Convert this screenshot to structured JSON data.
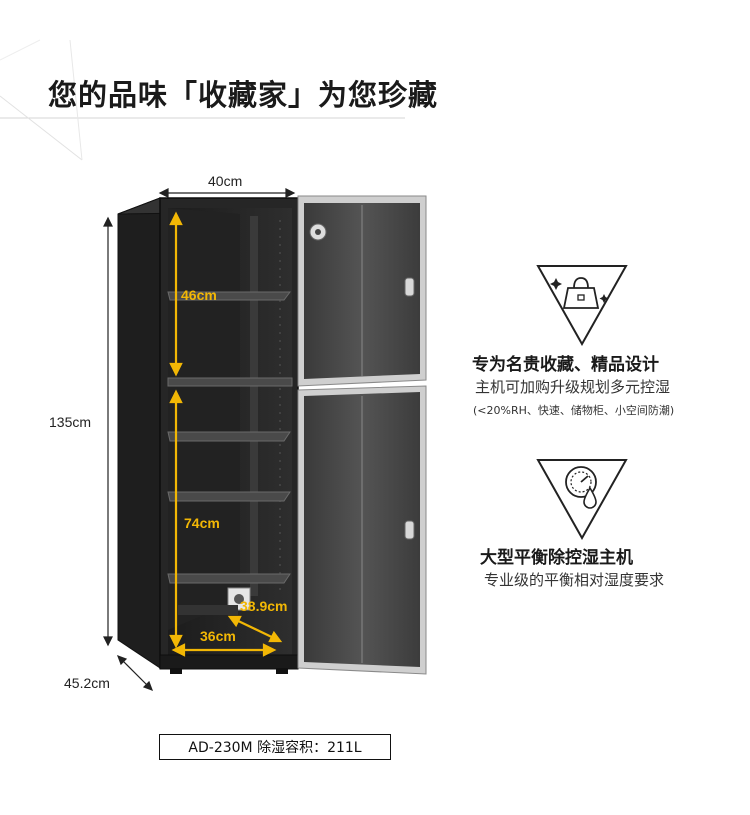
{
  "headline": "您的品味「收藏家」为您珍藏",
  "dimensions": {
    "width": "40cm",
    "height": "135cm",
    "depth": "45.2cm",
    "upper_compartment": "46cm",
    "lower_compartment": "74cm",
    "inner_width": "36cm",
    "inner_depth": "38.9cm"
  },
  "features": [
    {
      "icon": "handbag-icon",
      "title": "专为名贵收藏、精品设计",
      "subtitle": "主机可加购升级规划多元控湿",
      "note": "(<20%RH、快速、储物柜、小空间防潮)"
    },
    {
      "icon": "humidity-gauge-icon",
      "title": "大型平衡除控湿主机",
      "subtitle": "专业级的平衡相对湿度要求"
    }
  ],
  "model_label": "AD-230M  除湿容积：211L",
  "colors": {
    "accent_yellow": "#f2b705",
    "cabinet_body": "#2a2a2a",
    "door_frame": "#c9c9c9"
  }
}
